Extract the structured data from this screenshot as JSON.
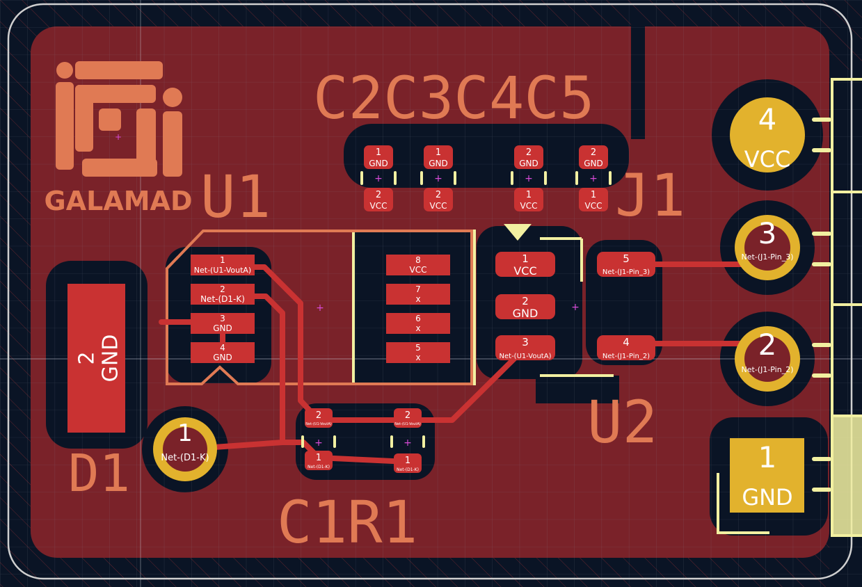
{
  "board": {
    "logo_text": "GALAMAD",
    "ref_cap_group": "C2C3C4C5",
    "ref_u1": "U1",
    "ref_j1": "J1",
    "ref_u2": "U2",
    "ref_d1": "D1",
    "ref_c1r1": "C1R1"
  },
  "caps": [
    {
      "top_num": "1",
      "top_net": "GND",
      "bot_num": "2",
      "bot_net": "VCC"
    },
    {
      "top_num": "1",
      "top_net": "GND",
      "bot_num": "2",
      "bot_net": "VCC"
    },
    {
      "top_num": "2",
      "top_net": "GND",
      "bot_num": "1",
      "bot_net": "VCC"
    },
    {
      "top_num": "2",
      "top_net": "GND",
      "bot_num": "1",
      "bot_net": "VCC"
    }
  ],
  "u1_left": [
    {
      "num": "1",
      "net": "Net-(U1-VoutA)"
    },
    {
      "num": "2",
      "net": "Net-(D1-K)"
    },
    {
      "num": "3",
      "net": "GND"
    },
    {
      "num": "4",
      "net": "GND"
    }
  ],
  "u1_right": [
    {
      "num": "8",
      "net": "VCC"
    },
    {
      "num": "7",
      "net": "x"
    },
    {
      "num": "6",
      "net": "x"
    },
    {
      "num": "5",
      "net": "x"
    }
  ],
  "u2_left": [
    {
      "num": "1",
      "net": "VCC"
    },
    {
      "num": "2",
      "net": "GND"
    },
    {
      "num": "3",
      "net": "Net-(U1-VoutA)"
    }
  ],
  "u2_right": [
    {
      "num": "5",
      "net": "Net-(J1-Pin_3)"
    },
    {
      "num": "4",
      "net": "Net-(J1-Pin_2)"
    }
  ],
  "j1": [
    {
      "num": "4",
      "net": "VCC"
    },
    {
      "num": "3",
      "net": "Net-(J1-Pin_3)"
    },
    {
      "num": "2",
      "net": "Net-(J1-Pin_2)"
    },
    {
      "num": "1",
      "net": "GND"
    }
  ],
  "d1": {
    "pad2_num": "2",
    "pad2_net": "GND",
    "pad1_num": "1",
    "pad1_net": "Net-(D1-K)"
  },
  "c1r1": {
    "c1_top_num": "2",
    "c1_top_net": "Net-(U1-VoutA)",
    "r1_top_num": "2",
    "r1_top_net": "Net-(U1-VoutA)",
    "c1_bot_num": "1",
    "c1_bot_net": "Net-(D1-K)",
    "r1_bot_num": "1",
    "r1_bot_net": "Net-(D1-K)"
  },
  "colors": {
    "background": "#0a1425",
    "copper": "#c93232",
    "copper_fill": "#7a2229",
    "silk": "#e07a54",
    "fab": "#f2f0a1",
    "through_hole": "#e2b22d",
    "edge": "#d0d0d0"
  }
}
